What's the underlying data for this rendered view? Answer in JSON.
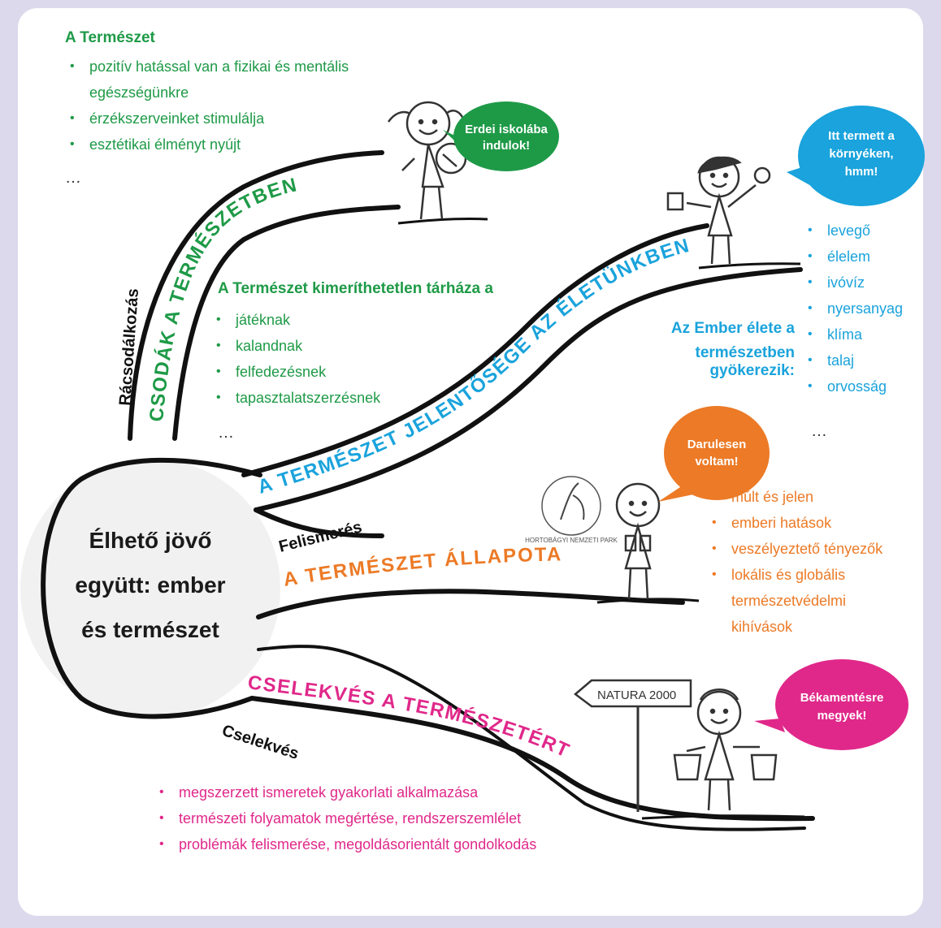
{
  "center_title": [
    "Élhető jövő",
    "együtt: ember",
    "és természet"
  ],
  "branches": {
    "wonders": "CSODÁK A TERMÉSZETBEN",
    "significance": "A TERMÉSZET JELENTŐSÉGE AZ ÉLETÜNKBEN",
    "state": "A TERMÉSZET ÁLLAPOTA",
    "action": "CSELEKVÉS A TERMÉSZETÉRT"
  },
  "side_labels": {
    "wonder": "Rácsodálkozás",
    "recognition": "Felismerés",
    "action": "Cselekvés"
  },
  "nature_block": {
    "title": "A Természet",
    "items": [
      "pozitív hatással van a fizikai és mentális egészségünkre",
      "érzékszerveinket stimulálja",
      "esztétikai élményt nyújt"
    ],
    "ellipsis": "…"
  },
  "treasury_block": {
    "title": "A Természet kimeríthetetlen tárháza a",
    "items": [
      "játéknak",
      "kalandnak",
      "felfedezésnek",
      "tapasztalatszerzésnek"
    ],
    "ellipsis": "…"
  },
  "roots_block": {
    "title_line1": "Az Ember élete a",
    "title_line2": "természetben gyökerezik:",
    "items": [
      "levegő",
      "élelem",
      "ivóvíz",
      "nyersanyag",
      "klíma",
      "talaj",
      "orvosság"
    ],
    "ellipsis": "…"
  },
  "state_block": {
    "items": [
      "múlt és jelen",
      "emberi hatások",
      "veszélyeztető tényezők",
      "lokális és globális természetvédelmi kihívások"
    ]
  },
  "action_block": {
    "items": [
      "megszerzett ismeretek gyakorlati alkalmazása",
      "természeti folyamatok megértése, rendszerszemlélet",
      "problémák felismerése, megoldásorientált gondolkodás"
    ]
  },
  "bubbles": {
    "school": [
      "Erdei iskolába",
      "indulok!"
    ],
    "local": [
      "Itt termett a",
      "környéken,",
      "hmm!"
    ],
    "crane": [
      "Darulesen",
      "voltam!"
    ],
    "frog": [
      "Békamentésre",
      "megyek!"
    ]
  },
  "signpost": "NATURA 2000",
  "park_logo_text": "HORTOBÁGYI NEMZETI PARK",
  "colors": {
    "green": "#1e9a47",
    "blue": "#1aa3dc",
    "orange": "#ec7a26",
    "pink": "#e0288a",
    "background": "#ddd9ec"
  }
}
